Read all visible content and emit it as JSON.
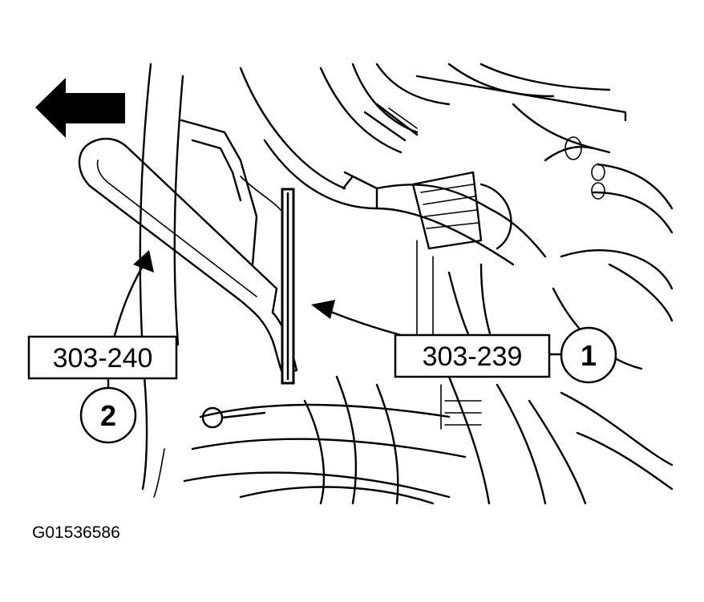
{
  "callouts": [
    {
      "number": "1",
      "tool": "303-239"
    },
    {
      "number": "2",
      "tool": "303-240"
    }
  ],
  "figure_id": "G01536586",
  "icons": {
    "direction_arrow": "left-arrow-icon"
  },
  "colors": {
    "line": "#000000",
    "background": "#ffffff"
  }
}
